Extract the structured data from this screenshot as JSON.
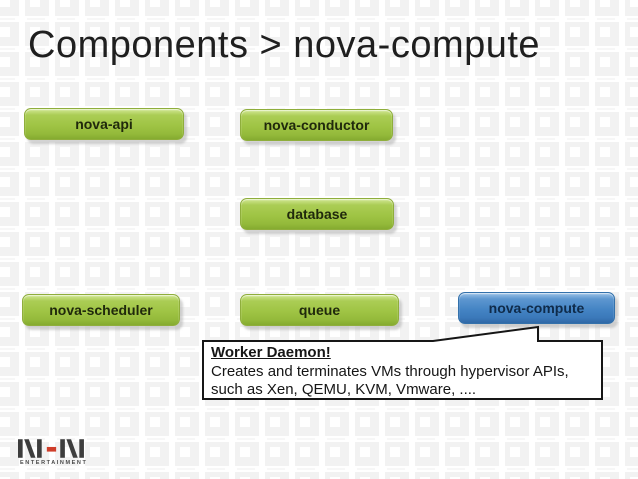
{
  "slide": {
    "title": "Components > nova-compute"
  },
  "boxes": [
    {
      "id": "nova-api",
      "label": "nova-api",
      "color": "green"
    },
    {
      "id": "nova-conductor",
      "label": "nova-conductor",
      "color": "green"
    },
    {
      "id": "database",
      "label": "database",
      "color": "green"
    },
    {
      "id": "nova-scheduler",
      "label": "nova-scheduler",
      "color": "green"
    },
    {
      "id": "queue",
      "label": "queue",
      "color": "green"
    },
    {
      "id": "nova-compute",
      "label": "nova-compute",
      "color": "blue"
    }
  ],
  "callout": {
    "heading": "Worker Daemon!",
    "line1": "Creates and terminates VMs through hypervisor APIs,",
    "line2": "such as Xen, QEMU, KVM, Vmware, ...."
  },
  "logo": {
    "text": "ENTERTAINMENT"
  },
  "colors": {
    "green_box": "#9fc444",
    "blue_box": "#4484c4",
    "title_text": "#1f1f1f",
    "callout_border": "#161616",
    "watermark": "#f2f2f2",
    "logo_dark": "#3d3d3d",
    "logo_red": "#cf3e2a"
  }
}
